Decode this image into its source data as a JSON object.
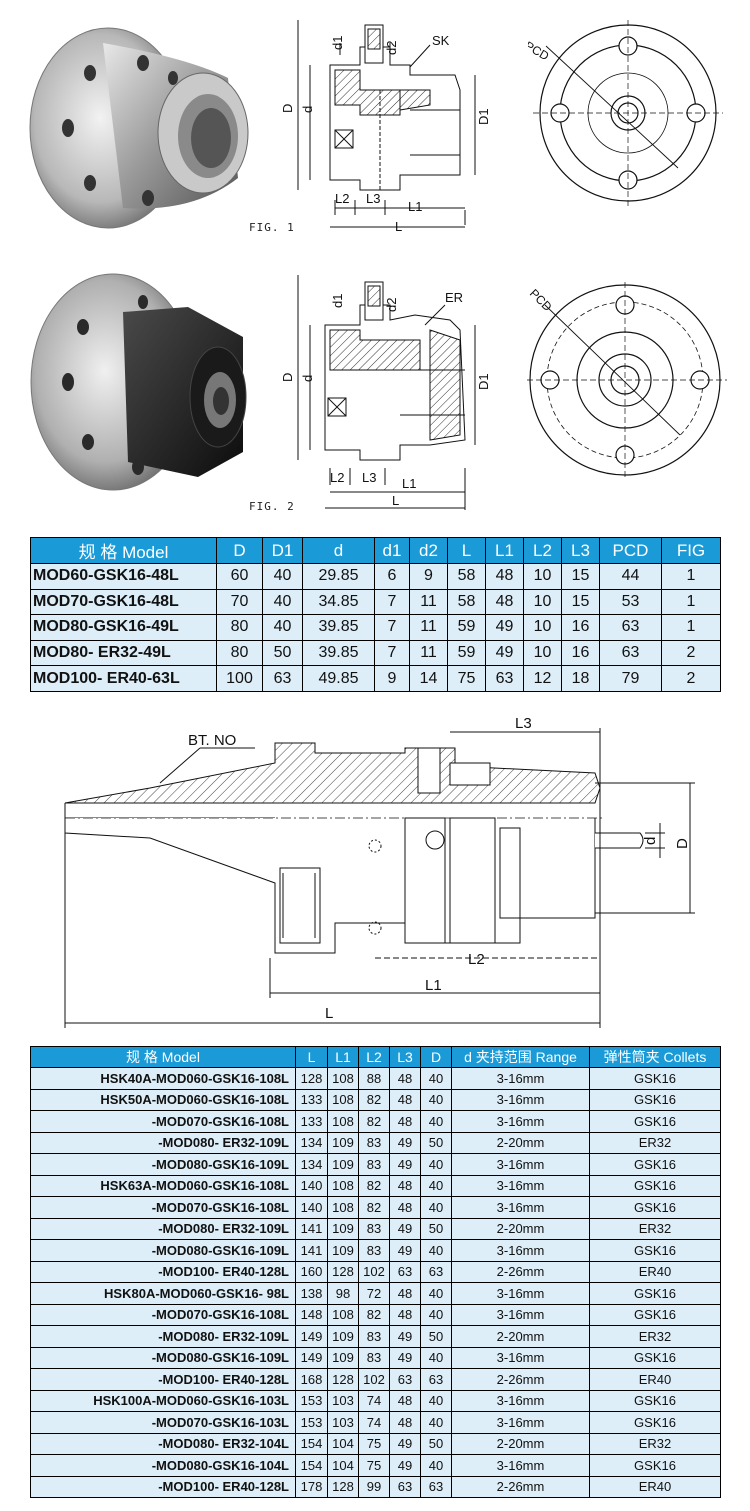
{
  "fig1": {
    "label": "FIG. 1",
    "dims": {
      "d1": "d1",
      "d2": "d2",
      "sk": "SK",
      "pcd": "PCD",
      "D": "D",
      "d": "d",
      "D1": "D1",
      "L2": "L2",
      "L3": "L3",
      "L1": "L1",
      "L": "L"
    }
  },
  "fig2": {
    "label": "FIG. 2",
    "dims": {
      "d1": "d1",
      "d2": "d2",
      "er": "ER",
      "pcd": "PCD",
      "D": "D",
      "d": "d",
      "D1": "D1",
      "L2": "L2",
      "L3": "L3",
      "L1": "L1",
      "L": "L"
    }
  },
  "fig3": {
    "dims": {
      "btno": "BT. NO",
      "L3": "L3",
      "d": "d",
      "D": "D",
      "L2": "L2",
      "L1": "L1",
      "L": "L"
    }
  },
  "table1": {
    "headers": [
      "规 格 Model",
      "D",
      "D1",
      "d",
      "d1",
      "d2",
      "L",
      "L1",
      "L2",
      "L3",
      "PCD",
      "FIG"
    ],
    "rows": [
      [
        "MOD60-GSK16-48L",
        "60",
        "40",
        "29.85",
        "6",
        "9",
        "58",
        "48",
        "10",
        "15",
        "44",
        "1"
      ],
      [
        "MOD70-GSK16-48L",
        "70",
        "40",
        "34.85",
        "7",
        "11",
        "58",
        "48",
        "10",
        "15",
        "53",
        "1"
      ],
      [
        "MOD80-GSK16-49L",
        "80",
        "40",
        "39.85",
        "7",
        "11",
        "59",
        "49",
        "10",
        "16",
        "63",
        "1"
      ],
      [
        "MOD80-  ER32-49L",
        "80",
        "50",
        "39.85",
        "7",
        "11",
        "59",
        "49",
        "10",
        "16",
        "63",
        "2"
      ],
      [
        "MOD100- ER40-63L",
        "100",
        "63",
        "49.85",
        "9",
        "14",
        "75",
        "63",
        "12",
        "18",
        "79",
        "2"
      ]
    ]
  },
  "table2": {
    "headers": [
      "规 格 Model",
      "L",
      "L1",
      "L2",
      "L3",
      "D",
      "d 夹持范围 Range",
      "弹性筒夹 Collets"
    ],
    "rows": [
      [
        "HSK40A-MOD060-GSK16-108L",
        "128",
        "108",
        "88",
        "48",
        "40",
        "3-16mm",
        "GSK16"
      ],
      [
        "HSK50A-MOD060-GSK16-108L",
        "133",
        "108",
        "82",
        "48",
        "40",
        "3-16mm",
        "GSK16"
      ],
      [
        "-MOD070-GSK16-108L",
        "133",
        "108",
        "82",
        "48",
        "40",
        "3-16mm",
        "GSK16"
      ],
      [
        "-MOD080-  ER32-109L",
        "134",
        "109",
        "83",
        "49",
        "50",
        "2-20mm",
        "ER32"
      ],
      [
        "-MOD080-GSK16-109L",
        "134",
        "109",
        "83",
        "49",
        "40",
        "3-16mm",
        "GSK16"
      ],
      [
        "HSK63A-MOD060-GSK16-108L",
        "140",
        "108",
        "82",
        "48",
        "40",
        "3-16mm",
        "GSK16"
      ],
      [
        "-MOD070-GSK16-108L",
        "140",
        "108",
        "82",
        "48",
        "40",
        "3-16mm",
        "GSK16"
      ],
      [
        "-MOD080-  ER32-109L",
        "141",
        "109",
        "83",
        "49",
        "50",
        "2-20mm",
        "ER32"
      ],
      [
        "-MOD080-GSK16-109L",
        "141",
        "109",
        "83",
        "49",
        "40",
        "3-16mm",
        "GSK16"
      ],
      [
        "-MOD100-  ER40-128L",
        "160",
        "128",
        "102",
        "63",
        "63",
        "2-26mm",
        "ER40"
      ],
      [
        "HSK80A-MOD060-GSK16- 98L",
        "138",
        "98",
        "72",
        "48",
        "40",
        "3-16mm",
        "GSK16"
      ],
      [
        "-MOD070-GSK16-108L",
        "148",
        "108",
        "82",
        "48",
        "40",
        "3-16mm",
        "GSK16"
      ],
      [
        "-MOD080-  ER32-109L",
        "149",
        "109",
        "83",
        "49",
        "50",
        "2-20mm",
        "ER32"
      ],
      [
        "-MOD080-GSK16-109L",
        "149",
        "109",
        "83",
        "49",
        "40",
        "3-16mm",
        "GSK16"
      ],
      [
        "-MOD100-  ER40-128L",
        "168",
        "128",
        "102",
        "63",
        "63",
        "2-26mm",
        "ER40"
      ],
      [
        "HSK100A-MOD060-GSK16-103L",
        "153",
        "103",
        "74",
        "48",
        "40",
        "3-16mm",
        "GSK16"
      ],
      [
        "-MOD070-GSK16-103L",
        "153",
        "103",
        "74",
        "48",
        "40",
        "3-16mm",
        "GSK16"
      ],
      [
        "-MOD080-  ER32-104L",
        "154",
        "104",
        "75",
        "49",
        "50",
        "2-20mm",
        "ER32"
      ],
      [
        "-MOD080-GSK16-104L",
        "154",
        "104",
        "75",
        "49",
        "40",
        "3-16mm",
        "GSK16"
      ],
      [
        "-MOD100-  ER40-128L",
        "178",
        "128",
        "99",
        "63",
        "63",
        "2-26mm",
        "ER40"
      ]
    ]
  }
}
